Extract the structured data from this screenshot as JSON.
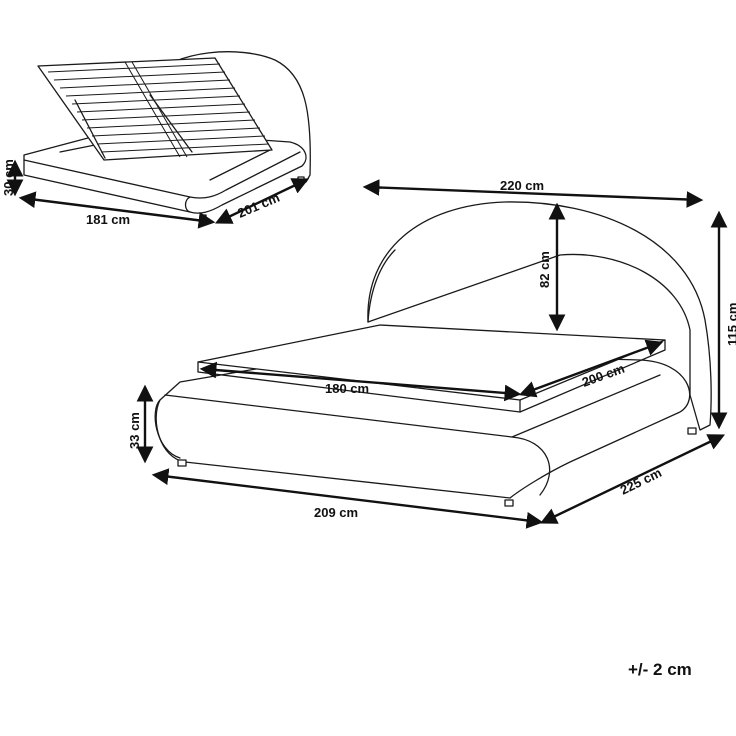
{
  "dimensions": {
    "lift_height": "30 cm",
    "lift_width": "181 cm",
    "lift_length": "201 cm",
    "overall_width": "220 cm",
    "headboard_above_base": "82 cm",
    "total_height": "115 cm",
    "mattress_width": "180 cm",
    "mattress_length": "200 cm",
    "base_height": "33 cm",
    "base_width": "209 cm",
    "overall_length": "225 cm"
  },
  "tolerance": "+/- 2 cm",
  "colors": {
    "line": "#1a1a1a",
    "background": "#ffffff"
  }
}
